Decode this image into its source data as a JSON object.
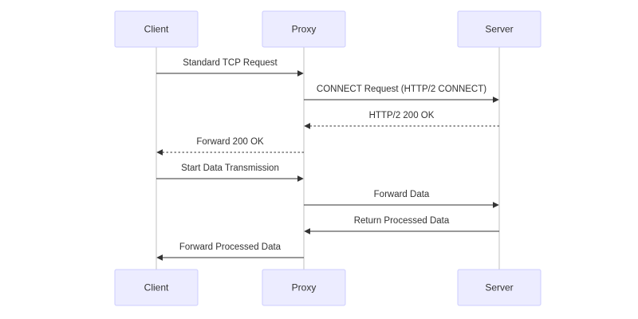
{
  "diagram": {
    "type": "sequence",
    "participants": [
      {
        "id": "client",
        "label": "Client"
      },
      {
        "id": "proxy",
        "label": "Proxy"
      },
      {
        "id": "server",
        "label": "Server"
      }
    ],
    "messages": [
      {
        "from": "client",
        "to": "proxy",
        "label": "Standard TCP Request",
        "style": "solid"
      },
      {
        "from": "proxy",
        "to": "server",
        "label": "CONNECT Request (HTTP/2 CONNECT)",
        "style": "solid"
      },
      {
        "from": "server",
        "to": "proxy",
        "label": "HTTP/2 200 OK",
        "style": "dashed"
      },
      {
        "from": "proxy",
        "to": "client",
        "label": "Forward 200 OK",
        "style": "dashed"
      },
      {
        "from": "client",
        "to": "proxy",
        "label": "Start Data Transmission",
        "style": "solid"
      },
      {
        "from": "proxy",
        "to": "server",
        "label": "Forward Data",
        "style": "solid"
      },
      {
        "from": "server",
        "to": "proxy",
        "label": "Return Processed Data",
        "style": "solid"
      },
      {
        "from": "proxy",
        "to": "client",
        "label": "Forward Processed Data",
        "style": "solid"
      }
    ],
    "colors": {
      "actor_fill": "#ECECFF",
      "actor_border": "#CCCCFF",
      "lifeline": "#cccccc",
      "line": "#333333",
      "text": "#333333"
    }
  }
}
